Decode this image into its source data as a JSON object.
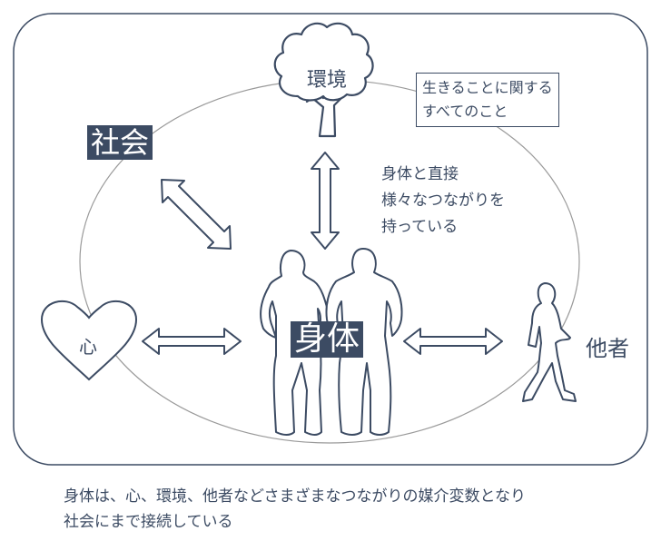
{
  "labels": {
    "environment": "環境",
    "society": "社会",
    "body": "身体",
    "mind": "心",
    "others": "他者"
  },
  "note_box": {
    "line1": "生きることに関する",
    "line2": "すべてのこと"
  },
  "connection_note": {
    "line1": "身体と直接",
    "line2": "様々なつながりを",
    "line3": "持っている"
  },
  "caption": {
    "line1": "身体は、心、環境、他者などさまざまなつながりの媒介変数となり",
    "line2": "社会にまで接続している"
  },
  "colors": {
    "ink": "#3c4b63",
    "ellipse": "#9a9a9a",
    "background": "#ffffff"
  },
  "icons": [
    "tree-icon",
    "heart-icon",
    "couple-silhouette-icon",
    "walking-person-icon",
    "double-arrow-icon"
  ]
}
